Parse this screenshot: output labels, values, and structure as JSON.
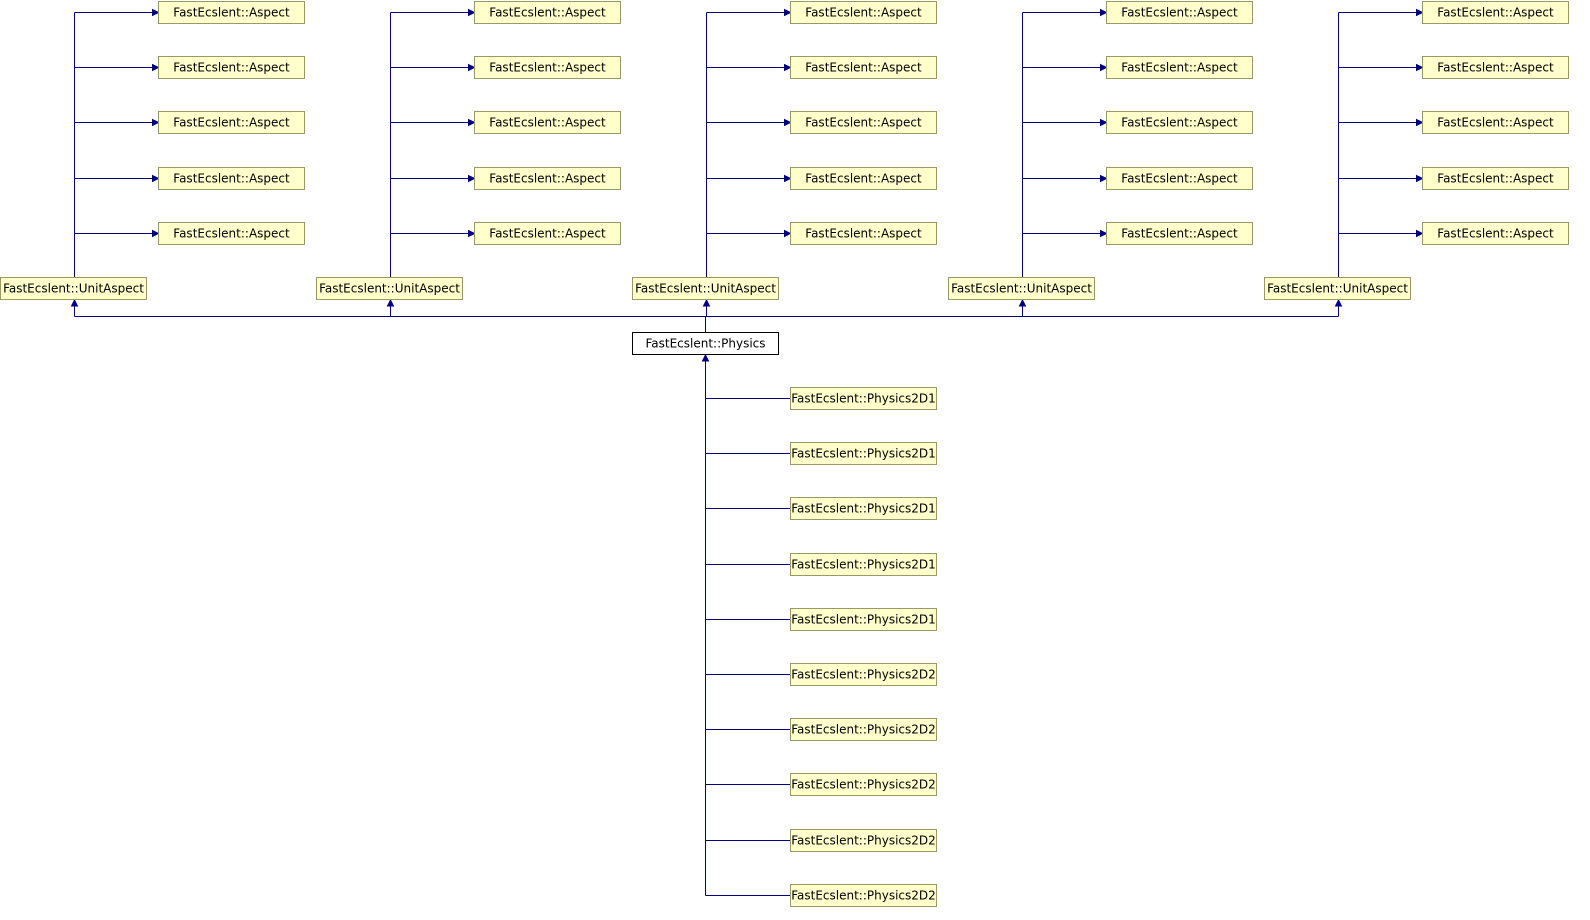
{
  "diagram": {
    "type": "class-inheritance-graph",
    "colors": {
      "node_fill": "#ffffcc",
      "node_border": "#999966",
      "root_fill": "#ffffff",
      "root_border": "#000000",
      "edge": "#000080"
    },
    "root": {
      "label": "FastEcslent::Physics"
    },
    "parents": [
      {
        "label": "FastEcslent::UnitAspect",
        "bases": [
          "FastEcslent::Aspect",
          "FastEcslent::Aspect",
          "FastEcslent::Aspect",
          "FastEcslent::Aspect",
          "FastEcslent::Aspect"
        ]
      },
      {
        "label": "FastEcslent::UnitAspect",
        "bases": [
          "FastEcslent::Aspect",
          "FastEcslent::Aspect",
          "FastEcslent::Aspect",
          "FastEcslent::Aspect",
          "FastEcslent::Aspect"
        ]
      },
      {
        "label": "FastEcslent::UnitAspect",
        "bases": [
          "FastEcslent::Aspect",
          "FastEcslent::Aspect",
          "FastEcslent::Aspect",
          "FastEcslent::Aspect",
          "FastEcslent::Aspect"
        ]
      },
      {
        "label": "FastEcslent::UnitAspect",
        "bases": [
          "FastEcslent::Aspect",
          "FastEcslent::Aspect",
          "FastEcslent::Aspect",
          "FastEcslent::Aspect",
          "FastEcslent::Aspect"
        ]
      },
      {
        "label": "FastEcslent::UnitAspect",
        "bases": [
          "FastEcslent::Aspect",
          "FastEcslent::Aspect",
          "FastEcslent::Aspect",
          "FastEcslent::Aspect",
          "FastEcslent::Aspect"
        ]
      }
    ],
    "children": [
      "FastEcslent::Physics2D1",
      "FastEcslent::Physics2D1",
      "FastEcslent::Physics2D1",
      "FastEcslent::Physics2D1",
      "FastEcslent::Physics2D1",
      "FastEcslent::Physics2D2",
      "FastEcslent::Physics2D2",
      "FastEcslent::Physics2D2",
      "FastEcslent::Physics2D2",
      "FastEcslent::Physics2D2"
    ]
  }
}
